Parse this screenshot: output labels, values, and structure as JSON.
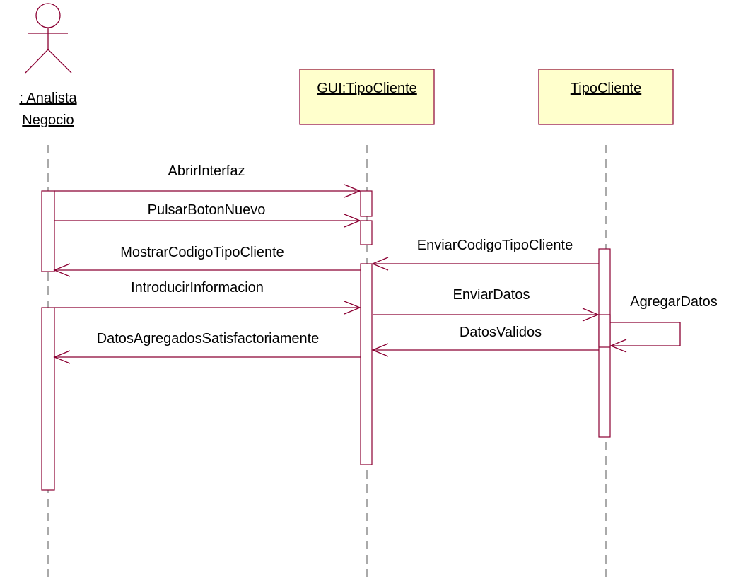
{
  "actor": {
    "line1": ": Analista",
    "line2": "Negocio"
  },
  "objects": [
    {
      "label": "GUI:TipoCliente"
    },
    {
      "label": "TipoCliente"
    }
  ],
  "messages": [
    {
      "label": "AbrirInterfaz"
    },
    {
      "label": "PulsarBotonNuevo"
    },
    {
      "label": "EnviarCodigoTipoCliente"
    },
    {
      "label": "MostrarCodigoTipoCliente"
    },
    {
      "label": "IntroducirInformacion"
    },
    {
      "label": "EnviarDatos"
    },
    {
      "label": "AgregarDatos"
    },
    {
      "label": "DatosValidos"
    },
    {
      "label": "DatosAgregadosSatisfactoriamente"
    }
  ],
  "colors": {
    "line": "#8b0033",
    "object_fill": "#ffffcc",
    "lifeline": "#555555",
    "text": "#000000"
  }
}
